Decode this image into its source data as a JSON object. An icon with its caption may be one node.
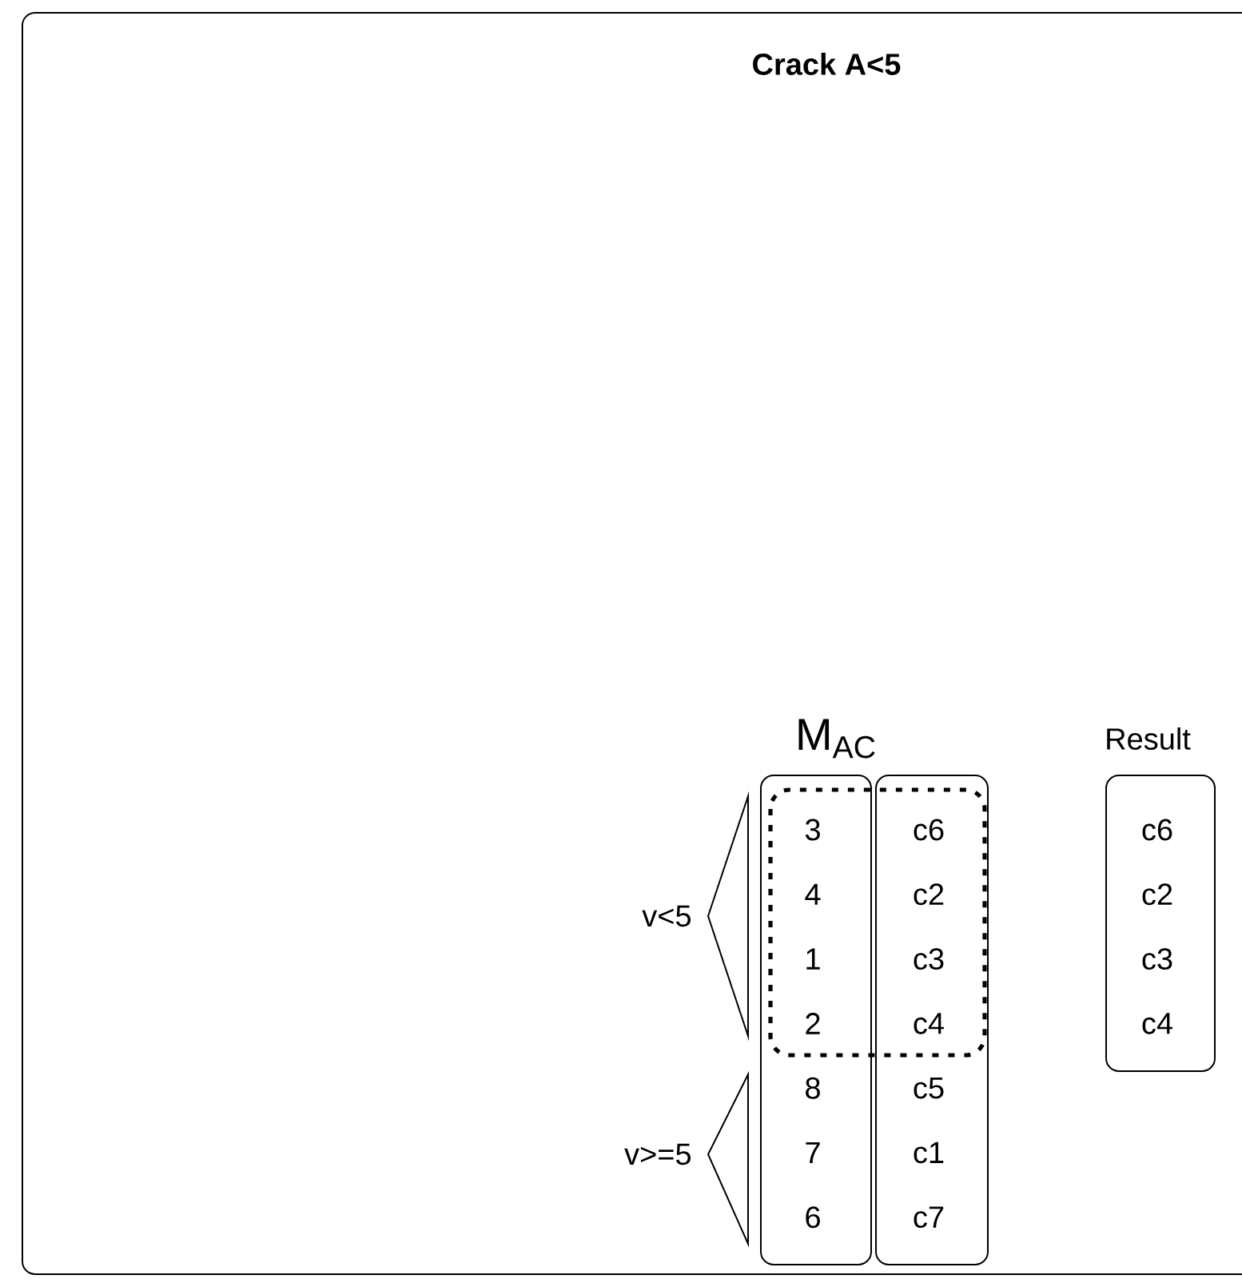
{
  "diagram": {
    "title": "Crack A<5",
    "nodes": [
      {
        "text": [
          "3",
          "4",
          "1",
          "2",
          "8",
          "7",
          "6"
        ]
      },
      {
        "text": [
          "c6",
          "c2",
          "c3",
          "c4",
          "c5",
          "c1",
          "c7"
        ]
      },
      {
        "text": [
          "Result",
          "c6",
          "c2",
          "c3",
          "c4"
        ]
      },
      {
        "text": [],
        "shape": "box"
      },
      {
        "text": [
          "v<5"
        ]
      },
      {
        "text": [
          "v>=5"
        ]
      }
    ],
    "labels": [
      "M$_{AC}$"
    ]
  }
}
